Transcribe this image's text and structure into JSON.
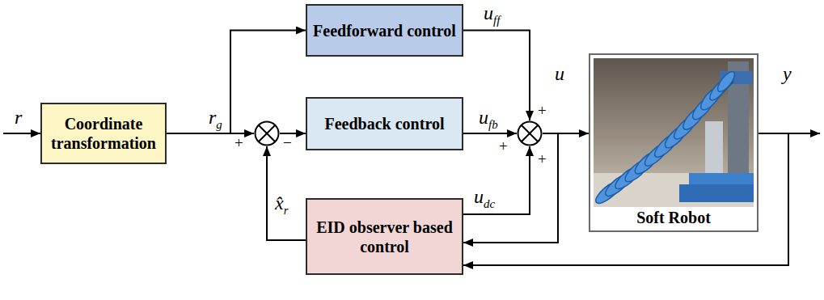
{
  "diagram": {
    "nodes": [
      {
        "text": [
          "Coordinate transformation"
        ]
      },
      {
        "text": [
          "Feedforward control"
        ]
      },
      {
        "text": [
          "+",
          "−"
        ]
      },
      {
        "text": [
          "Feedback control"
        ]
      },
      {
        "text": [
          "+",
          "+",
          "+"
        ]
      },
      {
        "text": [
          "EID observer based control"
        ]
      },
      {
        "text": [
          "Soft Robot"
        ]
      }
    ],
    "edges": [
      {
        "from": 0,
        "to": 2,
        "arrow": "to",
        "label": "rg"
      },
      {
        "from": 0,
        "to": 1,
        "arrow": "to"
      },
      {
        "from": 2,
        "to": 3,
        "arrow": "to"
      },
      {
        "from": 1,
        "to": 4,
        "arrow": "to",
        "label": "uff"
      },
      {
        "from": 3,
        "to": 4,
        "arrow": "to",
        "label": "ufb"
      },
      {
        "from": 5,
        "to": 4,
        "arrow": "to",
        "label": "udc"
      },
      {
        "from": 5,
        "to": 2,
        "arrow": "to",
        "label": "x̂r"
      },
      {
        "from": 4,
        "to": 6,
        "arrow": "to",
        "label": "u"
      },
      {
        "from": 4,
        "to": 5,
        "arrow": "to"
      },
      {
        "from": 6,
        "to": 5,
        "arrow": "to"
      }
    ],
    "labels": [
      "r",
      "y"
    ]
  }
}
